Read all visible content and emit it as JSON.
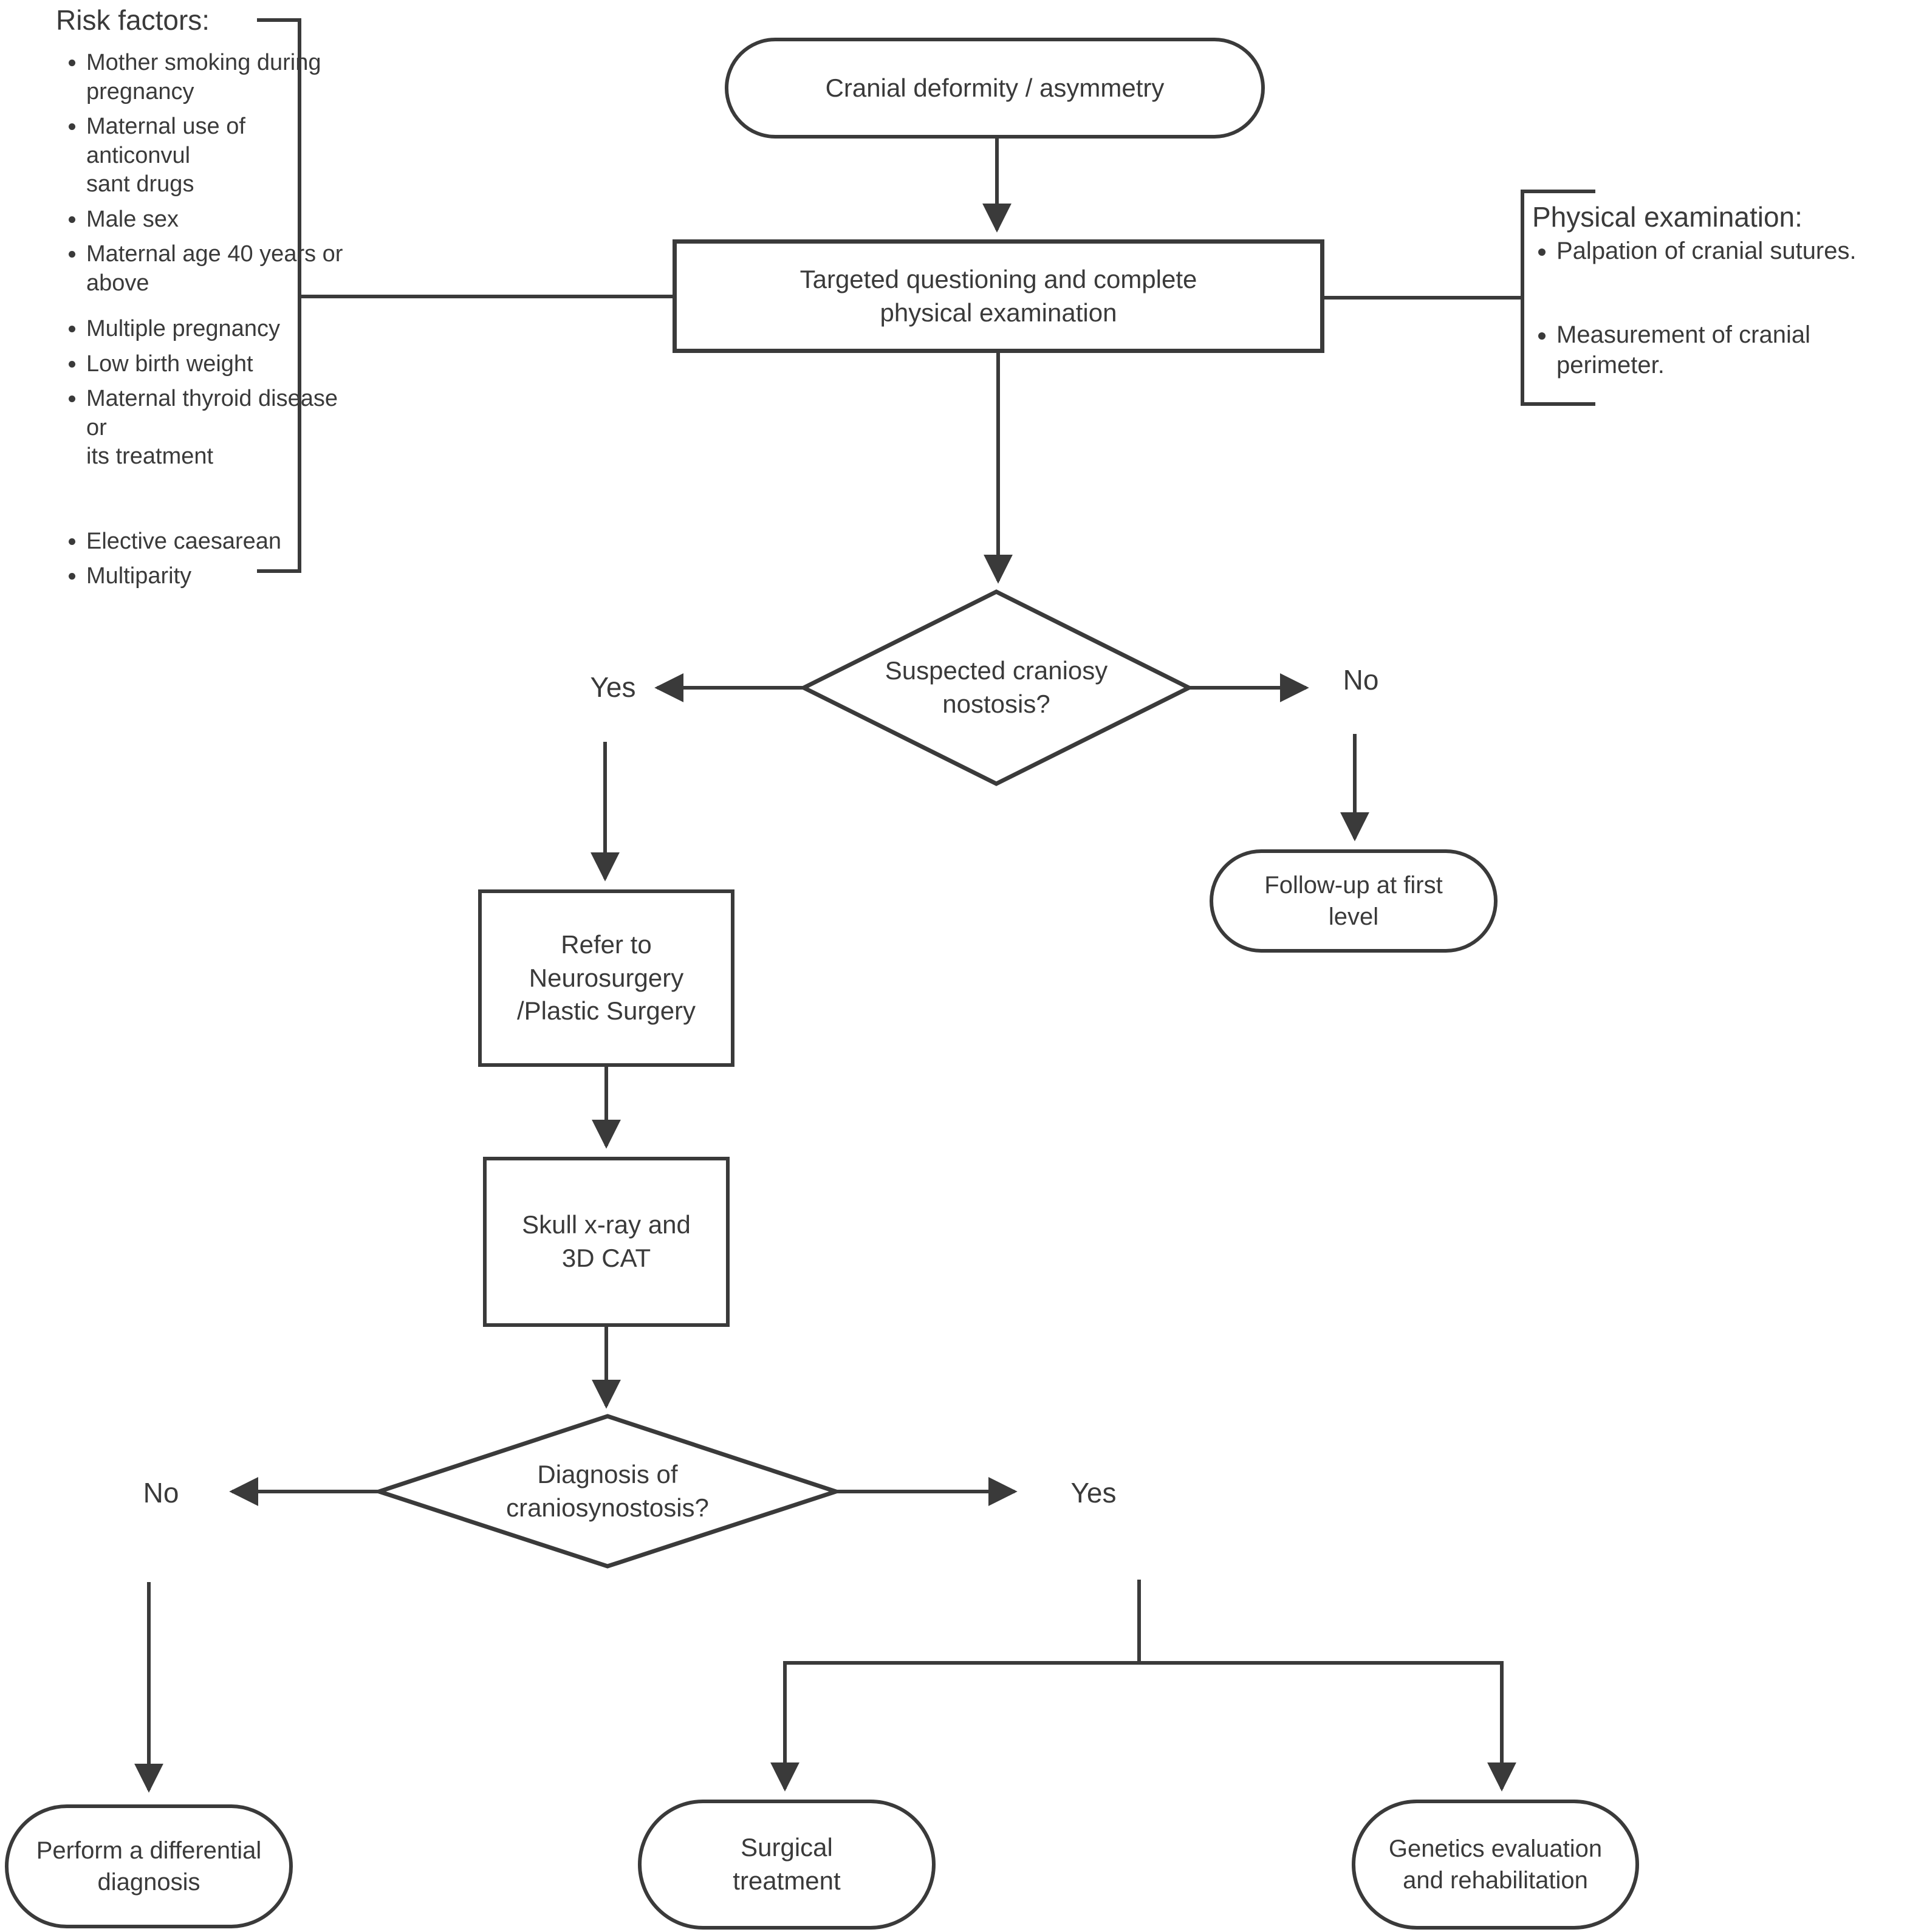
{
  "colors": {
    "line": "#3a3a3a",
    "text": "#3a3a3a",
    "background": "#ffffff"
  },
  "risk_factors": {
    "heading": "Risk factors:",
    "items": [
      "Mother smoking during\npregnancy",
      "Maternal use of anticonvul\nsant drugs",
      "Male sex",
      "Maternal age 40 years or\nabove",
      "Multiple pregnancy",
      "Low birth weight",
      "Maternal thyroid disease or\nits treatment",
      "Elective caesarean",
      "Multiparity"
    ]
  },
  "physical_exam": {
    "heading": "Physical examination:",
    "items": [
      "Palpation of cranial sutures.",
      "Measurement of cranial\nperimeter."
    ]
  },
  "nodes": {
    "start": "Cranial deformity / asymmetry",
    "exam": "Targeted questioning and complete\nphysical examination",
    "suspected": "Suspected craniosy\nnostosis?",
    "refer": "Refer to\nNeurosurgery\n/Plastic Surgery",
    "imaging": "Skull x-ray and\n3D CAT",
    "diagnosis": "Diagnosis of\ncraniosynostosis?",
    "followup": "Follow-up at first\nlevel",
    "differential": "Perform a differential\ndiagnosis",
    "surgical": "Surgical\ntreatment",
    "genetics": "Genetics evaluation\nand rehabilitation"
  },
  "labels": {
    "suspected_yes": "Yes",
    "suspected_no": "No",
    "diagnosis_no": "No",
    "diagnosis_yes": "Yes"
  }
}
